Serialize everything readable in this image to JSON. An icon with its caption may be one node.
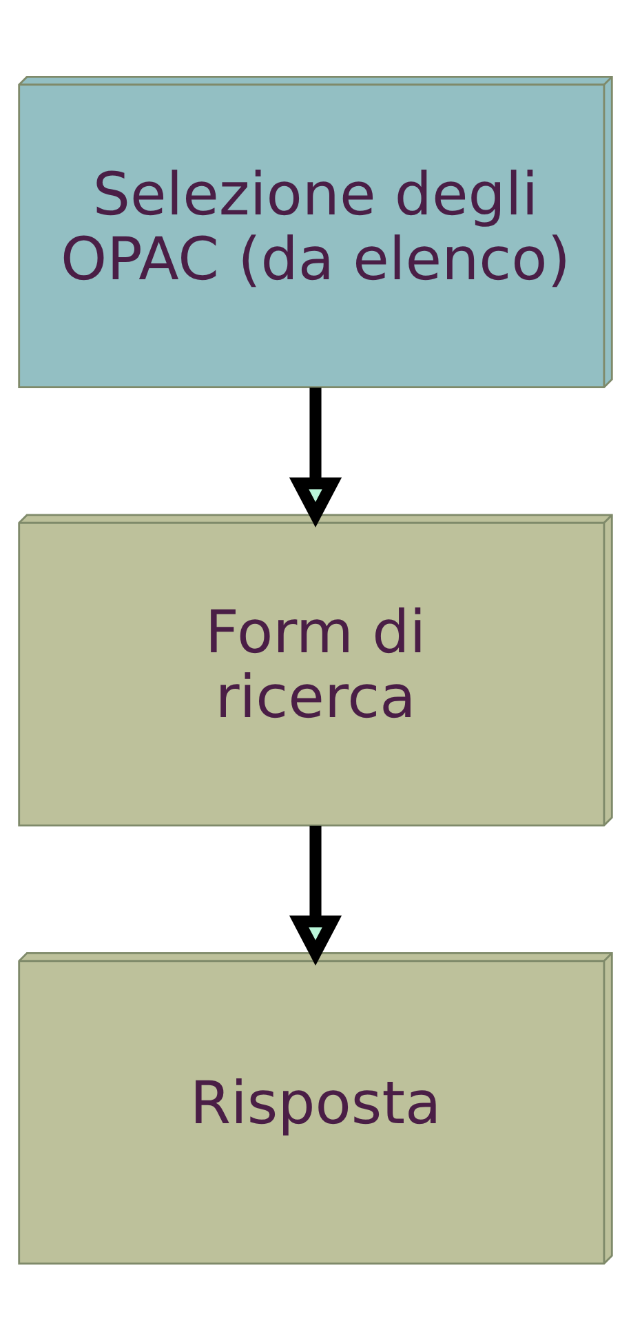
{
  "diagram": {
    "nodes": [
      {
        "text": [
          "Selezione degli OPAC (da elenco)"
        ]
      },
      {
        "text": [
          "Form di ricerca"
        ]
      },
      {
        "text": [
          "Risposta"
        ]
      }
    ],
    "edges": [
      {
        "from": 0,
        "to": 1,
        "arrow": "to"
      },
      {
        "from": 1,
        "to": 2,
        "arrow": "to"
      }
    ]
  }
}
